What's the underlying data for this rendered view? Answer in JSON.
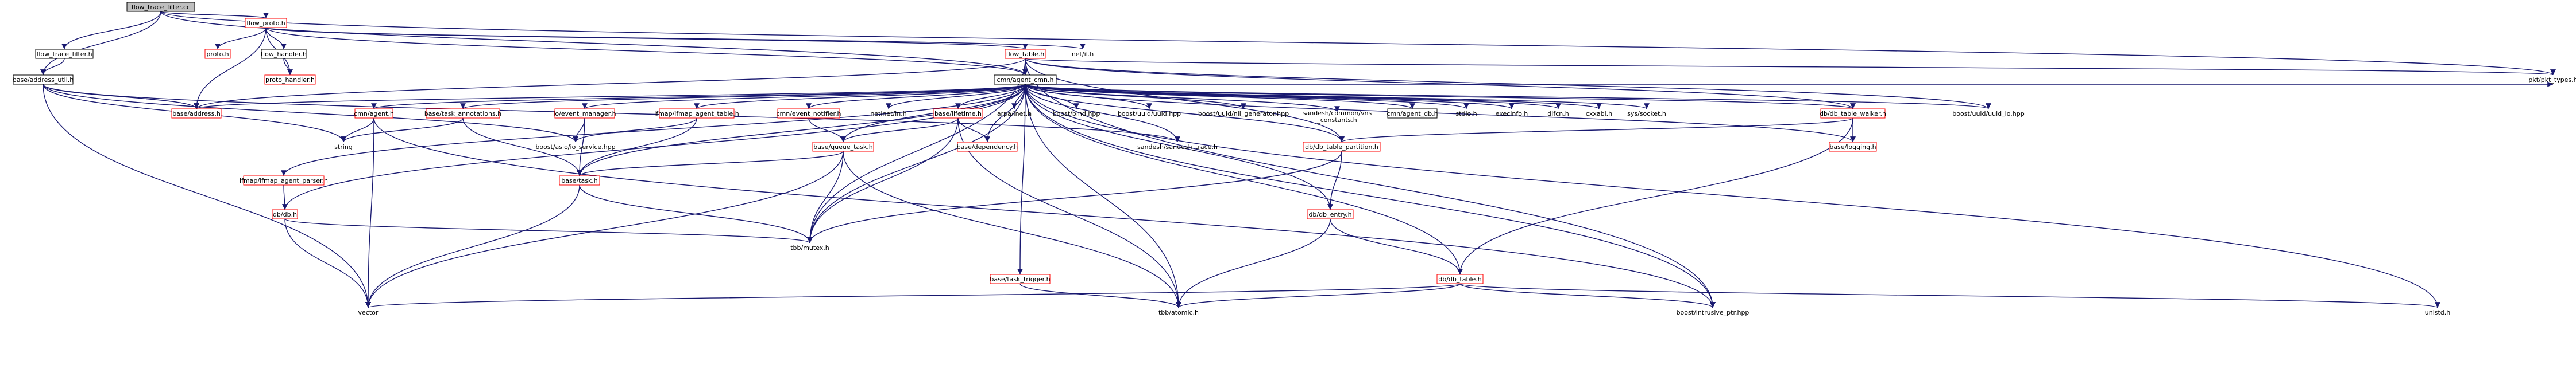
{
  "colors": {
    "include_edge": "#191970",
    "node_red_border": "#ff0000",
    "node_black_border": "#000000",
    "root_fill": "#bfbfbf",
    "linked_fill": "#ffffff",
    "external_text": "#000000"
  },
  "nodes": [
    {
      "id": "root",
      "label": "flow_trace_filter.cc",
      "style": "root"
    },
    {
      "id": "flow_proto_h",
      "label": "flow_proto.h",
      "style": "red"
    },
    {
      "id": "flow_trace_filter_h",
      "label": "flow_trace_filter.h",
      "style": "black"
    },
    {
      "id": "base_address_util_h",
      "label": "base/address_util.h",
      "style": "black"
    },
    {
      "id": "proto_h",
      "label": "proto.h",
      "style": "red"
    },
    {
      "id": "flow_handler_h",
      "label": "flow_handler.h",
      "style": "black"
    },
    {
      "id": "flow_table_h",
      "label": "flow_table.h",
      "style": "red"
    },
    {
      "id": "net_if_h",
      "label": "net/if.h",
      "style": "plain"
    },
    {
      "id": "proto_handler_h",
      "label": "proto_handler.h",
      "style": "red"
    },
    {
      "id": "pkt_types_h",
      "label": "pkt/pkt_types.h",
      "style": "plain"
    },
    {
      "id": "cmn_agent_cmn_h",
      "label": "cmn/agent_cmn.h",
      "style": "black"
    },
    {
      "id": "base_address_h",
      "label": "base/address.h",
      "style": "red"
    },
    {
      "id": "cmn_agent_h",
      "label": "cmn/agent.h",
      "style": "red"
    },
    {
      "id": "base_task_annotations_h",
      "label": "base/task_annotations.h",
      "style": "red"
    },
    {
      "id": "io_event_manager_h",
      "label": "io/event_manager.h",
      "style": "red"
    },
    {
      "id": "ifmap_agent_table_h",
      "label": "ifmap/ifmap_agent_table.h",
      "style": "red"
    },
    {
      "id": "cmn_event_notifier_h",
      "label": "cmn/event_notifier.h",
      "style": "red"
    },
    {
      "id": "netinet_in_h",
      "label": "netinet/in.h",
      "style": "plain"
    },
    {
      "id": "base_lifetime_h",
      "label": "base/lifetime.h",
      "style": "red"
    },
    {
      "id": "arpa_inet_h",
      "label": "arpa/inet.h",
      "style": "plain"
    },
    {
      "id": "boost_bind_hpp",
      "label": "boost/bind.hpp",
      "style": "plain"
    },
    {
      "id": "boost_uuid_uuid_hpp",
      "label": "boost/uuid/uuid.hpp",
      "style": "plain"
    },
    {
      "id": "boost_uuid_nil_generator_hpp",
      "label": "boost/uuid/nil_generator.hpp",
      "style": "plain"
    },
    {
      "id": "sandesh_vns_constants",
      "label": "sandesh/common/vns\n_constants.h",
      "style": "plain"
    },
    {
      "id": "cmn_agent_db_h",
      "label": "cmn/agent_db.h",
      "style": "black"
    },
    {
      "id": "stdio_h",
      "label": "stdio.h",
      "style": "plain"
    },
    {
      "id": "execinfo_h",
      "label": "execinfo.h",
      "style": "plain"
    },
    {
      "id": "dlfcn_h",
      "label": "dlfcn.h",
      "style": "plain"
    },
    {
      "id": "cxxabi_h",
      "label": "cxxabi.h",
      "style": "plain"
    },
    {
      "id": "sys_socket_h",
      "label": "sys/socket.h",
      "style": "plain"
    },
    {
      "id": "db_db_table_walker_h",
      "label": "db/db_table_walker.h",
      "style": "red"
    },
    {
      "id": "boost_uuid_uuid_io_hpp",
      "label": "boost/uuid/uuid_io.hpp",
      "style": "plain"
    },
    {
      "id": "string",
      "label": "string",
      "style": "plain"
    },
    {
      "id": "boost_asio_io_service_hpp",
      "label": "boost/asio/io_service.hpp",
      "style": "plain"
    },
    {
      "id": "base_queue_task_h",
      "label": "base/queue_task.h",
      "style": "red"
    },
    {
      "id": "base_dependency_h",
      "label": "base/dependency.h",
      "style": "red"
    },
    {
      "id": "sandesh_sandesh_trace_h",
      "label": "sandesh/sandesh_trace.h",
      "style": "plain"
    },
    {
      "id": "db_db_table_partition_h",
      "label": "db/db_table_partition.h",
      "style": "red"
    },
    {
      "id": "base_logging_h",
      "label": "base/logging.h",
      "style": "red"
    },
    {
      "id": "ifmap_ifmap_agent_parser_h",
      "label": "ifmap/ifmap_agent_parser.h",
      "style": "red"
    },
    {
      "id": "base_task_h",
      "label": "base/task.h",
      "style": "red"
    },
    {
      "id": "db_db_h",
      "label": "db/db.h",
      "style": "red"
    },
    {
      "id": "db_db_entry_h",
      "label": "db/db_entry.h",
      "style": "red"
    },
    {
      "id": "tbb_mutex_h",
      "label": "tbb/mutex.h",
      "style": "plain"
    },
    {
      "id": "base_task_trigger_h",
      "label": "base/task_trigger.h",
      "style": "red"
    },
    {
      "id": "db_db_table_h",
      "label": "db/db_table.h",
      "style": "red"
    },
    {
      "id": "vector",
      "label": "vector",
      "style": "plain"
    },
    {
      "id": "tbb_atomic_h",
      "label": "tbb/atomic.h",
      "style": "plain"
    },
    {
      "id": "boost_intrusive_ptr_hpp",
      "label": "boost/intrusive_ptr.hpp",
      "style": "plain"
    },
    {
      "id": "unistd_h",
      "label": "unistd.h",
      "style": "plain"
    }
  ],
  "edges": [
    [
      "root",
      "flow_proto_h"
    ],
    [
      "root",
      "flow_trace_filter_h"
    ],
    [
      "root",
      "base_address_util_h"
    ],
    [
      "root",
      "cmn_agent_cmn_h"
    ],
    [
      "root",
      "pkt_types_h"
    ],
    [
      "flow_proto_h",
      "proto_h"
    ],
    [
      "flow_proto_h",
      "flow_handler_h"
    ],
    [
      "flow_proto_h",
      "flow_table_h"
    ],
    [
      "flow_proto_h",
      "net_if_h"
    ],
    [
      "flow_proto_h",
      "proto_handler_h"
    ],
    [
      "flow_proto_h",
      "cmn_agent_cmn_h"
    ],
    [
      "flow_proto_h",
      "base_address_h"
    ],
    [
      "flow_trace_filter_h",
      "base_address_util_h"
    ],
    [
      "flow_handler_h",
      "proto_handler_h"
    ],
    [
      "flow_table_h",
      "cmn_agent_cmn_h"
    ],
    [
      "flow_table_h",
      "pkt_types_h"
    ],
    [
      "flow_table_h",
      "base_address_h"
    ],
    [
      "flow_table_h",
      "db_db_table_walker_h"
    ],
    [
      "flow_table_h",
      "boost_uuid_uuid_io_hpp"
    ],
    [
      "flow_table_h",
      "db_db_table_partition_h"
    ],
    [
      "flow_table_h",
      "boost_intrusive_ptr_hpp"
    ],
    [
      "flow_table_h",
      "tbb_mutex_h"
    ],
    [
      "base_address_util_h",
      "base_address_h"
    ],
    [
      "base_address_util_h",
      "string"
    ],
    [
      "base_address_util_h",
      "vector"
    ],
    [
      "base_address_util_h",
      "boost_asio_io_service_hpp"
    ],
    [
      "base_address_util_h",
      "sandesh_sandesh_trace_h"
    ],
    [
      "cmn_agent_cmn_h",
      "pkt_types_h"
    ],
    [
      "cmn_agent_cmn_h",
      "base_address_h"
    ],
    [
      "cmn_agent_cmn_h",
      "cmn_agent_h"
    ],
    [
      "cmn_agent_cmn_h",
      "base_task_annotations_h"
    ],
    [
      "cmn_agent_cmn_h",
      "io_event_manager_h"
    ],
    [
      "cmn_agent_cmn_h",
      "ifmap_agent_table_h"
    ],
    [
      "cmn_agent_cmn_h",
      "cmn_event_notifier_h"
    ],
    [
      "cmn_agent_cmn_h",
      "netinet_in_h"
    ],
    [
      "cmn_agent_cmn_h",
      "base_lifetime_h"
    ],
    [
      "cmn_agent_cmn_h",
      "arpa_inet_h"
    ],
    [
      "cmn_agent_cmn_h",
      "boost_bind_hpp"
    ],
    [
      "cmn_agent_cmn_h",
      "boost_uuid_uuid_hpp"
    ],
    [
      "cmn_agent_cmn_h",
      "boost_uuid_nil_generator_hpp"
    ],
    [
      "cmn_agent_cmn_h",
      "sandesh_vns_constants"
    ],
    [
      "cmn_agent_cmn_h",
      "cmn_agent_db_h"
    ],
    [
      "cmn_agent_cmn_h",
      "stdio_h"
    ],
    [
      "cmn_agent_cmn_h",
      "execinfo_h"
    ],
    [
      "cmn_agent_cmn_h",
      "dlfcn_h"
    ],
    [
      "cmn_agent_cmn_h",
      "cxxabi_h"
    ],
    [
      "cmn_agent_cmn_h",
      "sys_socket_h"
    ],
    [
      "cmn_agent_cmn_h",
      "db_db_table_walker_h"
    ],
    [
      "cmn_agent_cmn_h",
      "boost_uuid_uuid_io_hpp"
    ],
    [
      "cmn_agent_cmn_h",
      "base_dependency_h"
    ],
    [
      "cmn_agent_cmn_h",
      "sandesh_sandesh_trace_h"
    ],
    [
      "cmn_agent_cmn_h",
      "base_queue_task_h"
    ],
    [
      "cmn_agent_cmn_h",
      "base_task_h"
    ],
    [
      "cmn_agent_cmn_h",
      "tbb_mutex_h"
    ],
    [
      "cmn_agent_cmn_h",
      "tbb_atomic_h"
    ],
    [
      "cmn_agent_cmn_h",
      "db_db_table_h"
    ],
    [
      "cmn_agent_cmn_h",
      "db_db_entry_h"
    ],
    [
      "cmn_agent_cmn_h",
      "db_db_table_partition_h"
    ],
    [
      "cmn_agent_cmn_h",
      "base_logging_h"
    ],
    [
      "cmn_agent_cmn_h",
      "db_db_h"
    ],
    [
      "cmn_agent_cmn_h",
      "ifmap_ifmap_agent_parser_h"
    ],
    [
      "cmn_agent_cmn_h",
      "base_task_trigger_h"
    ],
    [
      "cmn_agent_cmn_h",
      "boost_intrusive_ptr_hpp"
    ],
    [
      "cmn_agent_cmn_h",
      "unistd_h"
    ],
    [
      "cmn_agent_h",
      "string"
    ],
    [
      "cmn_agent_h",
      "vector"
    ],
    [
      "cmn_agent_h",
      "boost_intrusive_ptr_hpp"
    ],
    [
      "base_task_annotations_h",
      "base_task_h"
    ],
    [
      "base_task_annotations_h",
      "string"
    ],
    [
      "io_event_manager_h",
      "boost_asio_io_service_hpp"
    ],
    [
      "io_event_manager_h",
      "base_task_h"
    ],
    [
      "ifmap_agent_table_h",
      "boost_asio_io_service_hpp"
    ],
    [
      "ifmap_agent_table_h",
      "base_task_h"
    ],
    [
      "cmn_event_notifier_h",
      "base_queue_task_h"
    ],
    [
      "base_lifetime_h",
      "base_queue_task_h"
    ],
    [
      "base_lifetime_h",
      "base_dependency_h"
    ],
    [
      "base_lifetime_h",
      "tbb_mutex_h"
    ],
    [
      "base_lifetime_h",
      "tbb_atomic_h"
    ],
    [
      "db_db_table_walker_h",
      "base_logging_h"
    ],
    [
      "db_db_table_walker_h",
      "db_db_table_h"
    ],
    [
      "db_db_table_walker_h",
      "db_db_table_partition_h"
    ],
    [
      "base_queue_task_h",
      "base_task_h"
    ],
    [
      "base_queue_task_h",
      "tbb_mutex_h"
    ],
    [
      "base_queue_task_h",
      "tbb_atomic_h"
    ],
    [
      "base_queue_task_h",
      "vector"
    ],
    [
      "db_db_table_partition_h",
      "db_db_entry_h"
    ],
    [
      "db_db_table_partition_h",
      "tbb_mutex_h"
    ],
    [
      "ifmap_ifmap_agent_parser_h",
      "db_db_h"
    ],
    [
      "base_task_h",
      "tbb_mutex_h"
    ],
    [
      "base_task_h",
      "vector"
    ],
    [
      "db_db_h",
      "tbb_mutex_h"
    ],
    [
      "db_db_h",
      "vector"
    ],
    [
      "db_db_entry_h",
      "db_db_table_h"
    ],
    [
      "db_db_entry_h",
      "tbb_atomic_h"
    ],
    [
      "base_task_trigger_h",
      "tbb_atomic_h"
    ],
    [
      "db_db_table_h",
      "vector"
    ],
    [
      "db_db_table_h",
      "tbb_atomic_h"
    ],
    [
      "db_db_table_h",
      "boost_intrusive_ptr_hpp"
    ],
    [
      "db_db_table_h",
      "unistd_h"
    ]
  ]
}
